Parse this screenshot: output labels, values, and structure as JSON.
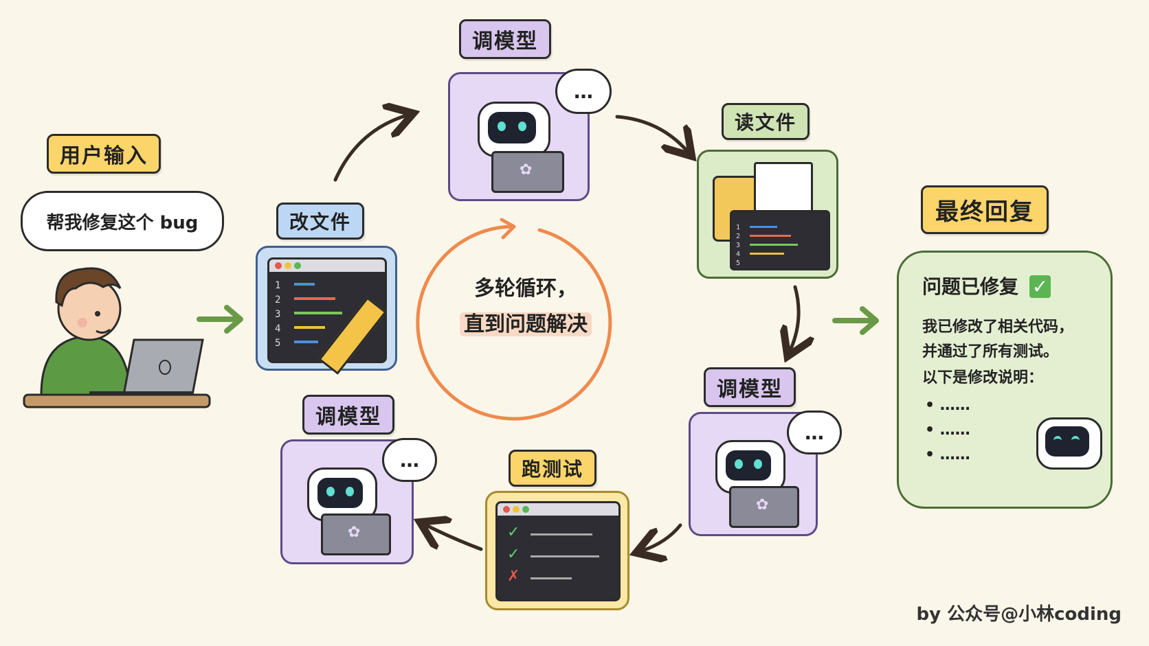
{
  "user": {
    "label": "用户输入",
    "speech": "帮我修复这个 bug"
  },
  "steps": {
    "model_top": "调模型",
    "read_file": "读文件",
    "model_right": "调模型",
    "run_test": "跑测试",
    "model_left": "调模型",
    "edit_file": "改文件"
  },
  "center": {
    "line1": "多轮循环，",
    "line2": "直到问题解决"
  },
  "final": {
    "label": "最终回复",
    "title": "问题已修复",
    "line1": "我已修改了相关代码，",
    "line2": "并通过了所有测试。",
    "line3": "以下是修改说明：",
    "bullets": [
      "……",
      "……",
      "……"
    ]
  },
  "code_lines": [
    "1",
    "2",
    "3",
    "4",
    "5"
  ],
  "read_code_lines": [
    "1",
    "2",
    "3",
    "4",
    "5"
  ],
  "credit": "by 公众号@小林coding",
  "colors": {
    "background": "#fbf6ea",
    "purple_card": "#e6d9f5",
    "green_card": "#dcecc8",
    "blue_card": "#c9def3",
    "yellow_label": "#fbd56a",
    "loop_arrow": "#ef8a4c",
    "flow_arrow": "#6a9a45"
  },
  "icons": {
    "robot": "robot-icon",
    "brain": "brain-icon",
    "pencil": "pencil-icon",
    "folder": "folder-icon",
    "check": "check-icon",
    "cross": "cross-icon",
    "laptop": "laptop-icon"
  }
}
